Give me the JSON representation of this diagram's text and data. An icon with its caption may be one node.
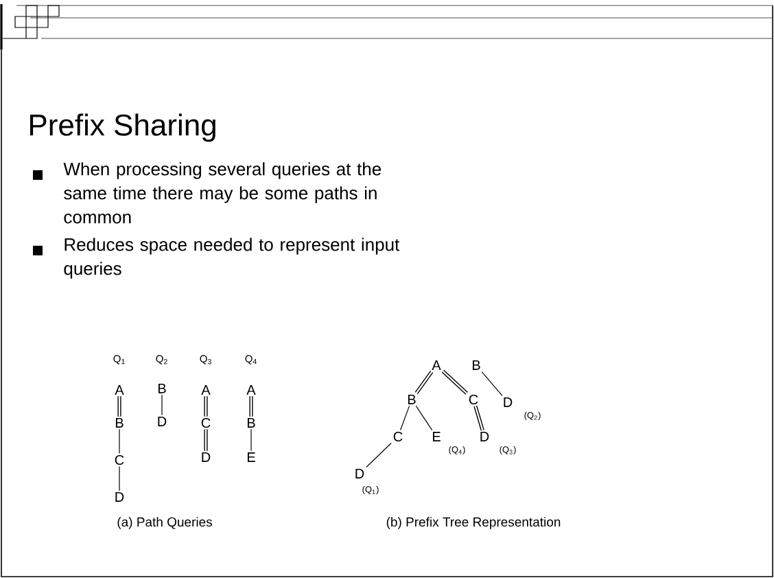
{
  "diagram": {
    "title": "Prefix Sharing",
    "nodes": [
      {
        "text": [
          "A"
        ]
      },
      {
        "text": [
          "B"
        ]
      },
      {
        "text": [
          "C"
        ]
      },
      {
        "text": [
          "D"
        ]
      },
      {
        "text": [
          "B"
        ]
      },
      {
        "text": [
          "D"
        ]
      },
      {
        "text": [
          "A"
        ]
      },
      {
        "text": [
          "C"
        ]
      },
      {
        "text": [
          "D"
        ]
      },
      {
        "text": [
          "A"
        ]
      },
      {
        "text": [
          "B"
        ]
      },
      {
        "text": [
          "E"
        ]
      },
      {
        "text": [
          "A"
        ]
      },
      {
        "text": [
          "B"
        ]
      },
      {
        "text": [
          "B"
        ]
      },
      {
        "text": [
          "C"
        ]
      },
      {
        "text": [
          "D"
        ],
        "beside": [
          "(Q$_{2}$)"
        ]
      },
      {
        "text": [
          "C"
        ]
      },
      {
        "text": [
          "E"
        ],
        "beside": [
          "(Q$_{4}$)"
        ]
      },
      {
        "text": [
          "D"
        ],
        "beside": [
          "(Q$_{3}$)"
        ]
      },
      {
        "text": [
          "D"
        ],
        "beside": [
          "(Q$_{1}$)"
        ]
      }
    ],
    "edges": [
      {
        "from": 0,
        "to": 1,
        "arrow": "none",
        "style": "thick"
      },
      {
        "from": 1,
        "to": 2,
        "arrow": "none"
      },
      {
        "from": 2,
        "to": 3,
        "arrow": "none"
      },
      {
        "from": 4,
        "to": 5,
        "arrow": "none"
      },
      {
        "from": 6,
        "to": 7,
        "arrow": "none",
        "style": "thick"
      },
      {
        "from": 7,
        "to": 8,
        "arrow": "none",
        "style": "thick"
      },
      {
        "from": 9,
        "to": 10,
        "arrow": "none",
        "style": "thick"
      },
      {
        "from": 10,
        "to": 11,
        "arrow": "none"
      },
      {
        "from": 12,
        "to": 14,
        "arrow": "none",
        "style": "thick"
      },
      {
        "from": 12,
        "to": 15,
        "arrow": "none",
        "style": "thick"
      },
      {
        "from": 13,
        "to": 16,
        "arrow": "none"
      },
      {
        "from": 14,
        "to": 17,
        "arrow": "none"
      },
      {
        "from": 14,
        "to": 18,
        "arrow": "none"
      },
      {
        "from": 15,
        "to": 19,
        "arrow": "none",
        "style": "thick"
      },
      {
        "from": 17,
        "to": 20,
        "arrow": "none"
      }
    ],
    "labels": [
      "When processing several queries at the same time there may be some paths in common",
      "Reduces space needed to represent input queries",
      "Q$_{1}$",
      "Q$_{2}$",
      "Q$_{3}$",
      "Q$_{4}$",
      "(a) Path Queries",
      "(b) Prefix Tree Representation"
    ]
  }
}
